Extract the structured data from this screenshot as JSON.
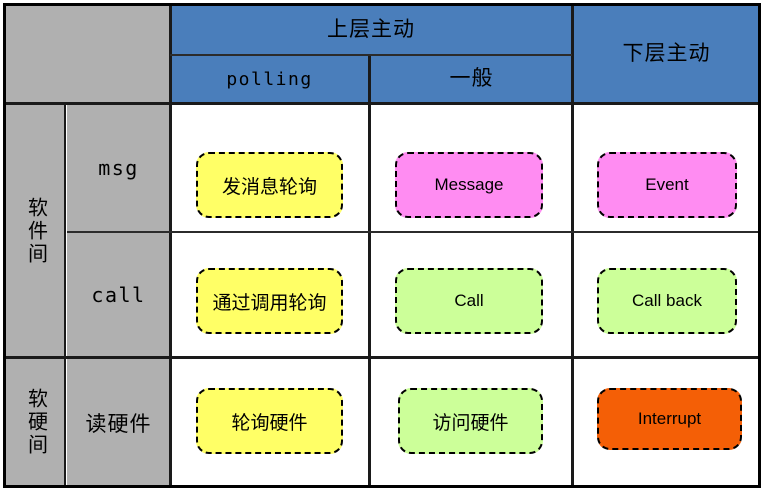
{
  "diagram": {
    "title_corner": "",
    "colors": {
      "header_blue": "#4a7ebb",
      "header_gray": "#b0b0b0",
      "node_yellow": "#ffff66",
      "node_pink": "#ff8cf2",
      "node_green": "#ccff99",
      "node_orange": "#f45f06",
      "grid_line": "#1a1a1a",
      "background": "#ffffff"
    },
    "column_headers": {
      "group_upper": "上层主动",
      "group_upper_children": [
        "polling",
        "一般"
      ],
      "group_lower": "下层主动"
    },
    "row_groups": [
      {
        "label": "软件间",
        "rows": [
          {
            "label": "msg",
            "cells": [
              {
                "text": "发消息轮询",
                "color": "yellow",
                "lang": "cn"
              },
              {
                "text": "Message",
                "color": "pink",
                "lang": "en"
              },
              {
                "text": "Event",
                "color": "pink",
                "lang": "en"
              }
            ]
          },
          {
            "label": "call",
            "cells": [
              {
                "text": "通过调用轮询",
                "color": "yellow",
                "lang": "cn"
              },
              {
                "text": "Call",
                "color": "green",
                "lang": "en"
              },
              {
                "text": "Call back",
                "color": "green",
                "lang": "en"
              }
            ]
          }
        ]
      },
      {
        "label": "软硬间",
        "rows": [
          {
            "label": "读硬件",
            "cells": [
              {
                "text": "轮询硬件",
                "color": "yellow",
                "lang": "cn"
              },
              {
                "text": "访问硬件",
                "color": "green",
                "lang": "cn"
              },
              {
                "text": "Interrupt",
                "color": "orange",
                "lang": "en"
              }
            ]
          }
        ]
      }
    ]
  }
}
